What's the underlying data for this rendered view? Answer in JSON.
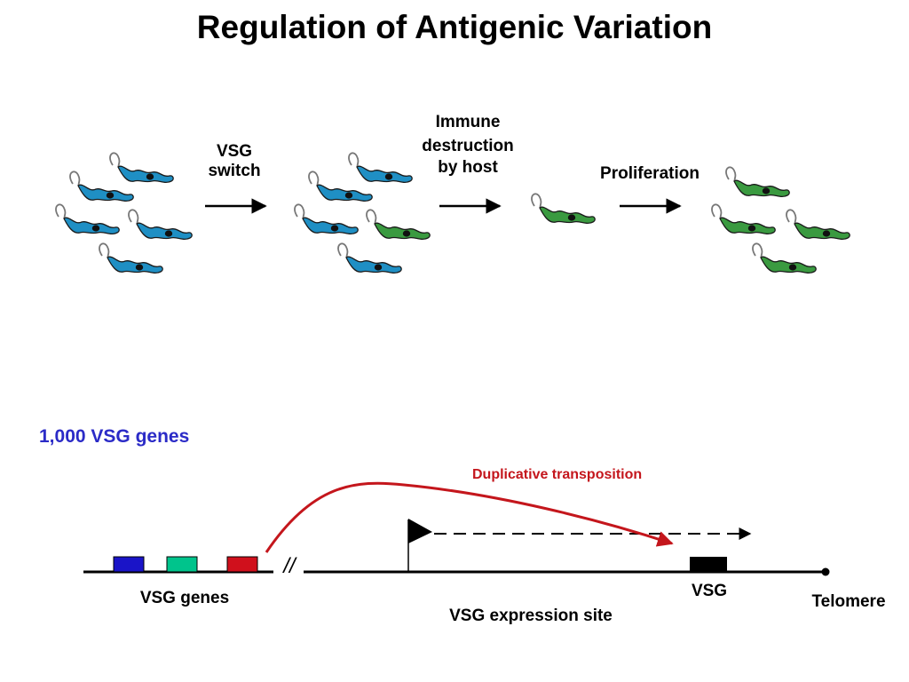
{
  "title": "Regulation of Antigenic Variation",
  "steps": {
    "vsg_switch": [
      "VSG",
      "switch"
    ],
    "immune_destruction": [
      "Immune",
      "destruction",
      "by host"
    ],
    "proliferation": "Proliferation"
  },
  "genome": {
    "count_label": "1,000 VSG genes",
    "duplicative_transposition": "Duplicative transposition",
    "vsg_genes": "VSG genes",
    "vsg": "VSG",
    "telomere": "Telomere",
    "expression_site": "VSG expression site",
    "break_mark": "//"
  },
  "colors": {
    "trypanosome_blue": "#1f8fc4",
    "trypanosome_green": "#3a9a40",
    "gene_blue": "#1a14c8",
    "gene_teal": "#00c48c",
    "gene_red": "#d0101c",
    "expressed_vsg": "#000000",
    "transposition_arrow": "#c4161c",
    "count_label": "#2b2bc7"
  },
  "icons": {
    "trypanosome": "trypanosome-icon",
    "promoter": "promoter-flag-icon",
    "telomere_end": "telomere-dot-icon"
  }
}
